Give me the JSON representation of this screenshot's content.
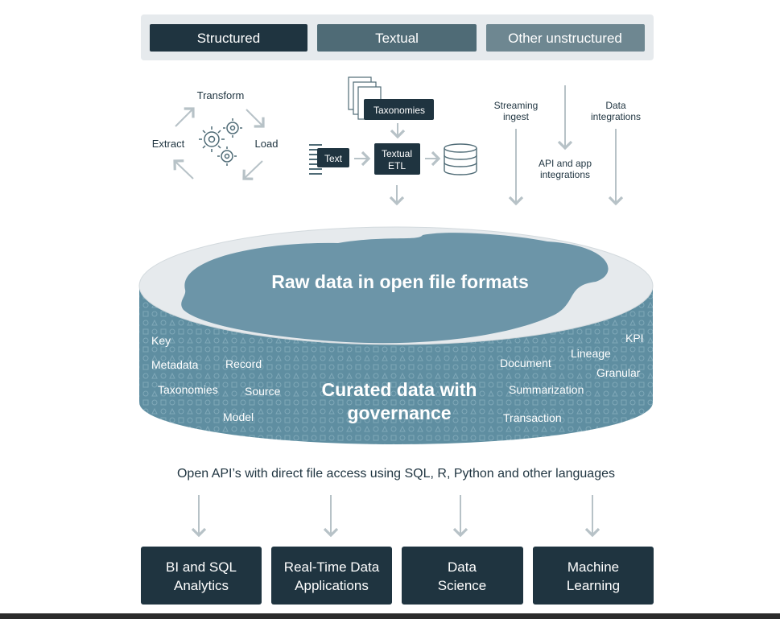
{
  "sources": {
    "structured": "Structured",
    "textual": "Textual",
    "other": "Other unstructured"
  },
  "etl": {
    "transform": "Transform",
    "extract": "Extract",
    "load": "Load"
  },
  "textual_etl": {
    "taxonomies": "Taxonomies",
    "text": "Text",
    "etl_line1": "Textual",
    "etl_line2": "ETL"
  },
  "ingest": {
    "streaming_line1": "Streaming",
    "streaming_line2": "ingest",
    "api_line1": "API and app",
    "api_line2": "integrations",
    "data_int_line1": "Data",
    "data_int_line2": "integrations"
  },
  "lake": {
    "raw": "Raw data in open file formats",
    "curated_line1": "Curated data with",
    "curated_line2": "governance",
    "tags_left": [
      "Key",
      "Metadata",
      "Record",
      "Taxonomies",
      "Source",
      "Model"
    ],
    "tags_right": [
      "KPI",
      "Lineage",
      "Document",
      "Granular",
      "Summarization",
      "Transaction"
    ]
  },
  "api_text": "Open API’s with direct file access using SQL, R, Python and other languages",
  "consumers": [
    {
      "line1": "BI and SQL",
      "line2": "Analytics"
    },
    {
      "line1": "Real-Time Data",
      "line2": "Applications"
    },
    {
      "line1": "Data",
      "line2": "Science"
    },
    {
      "line1": "Machine",
      "line2": "Learning"
    }
  ],
  "colors": {
    "dark_navy": "#1f3440",
    "mid_teal": "#4f6b76",
    "light_teal": "#6e8791",
    "lake_blue": "#6c95a8",
    "lake_rim": "#e6eaed",
    "pattern_bg": "#5f8ea1",
    "arrow_grey": "#b7c2c7",
    "panel_grey": "#e6eaed"
  }
}
